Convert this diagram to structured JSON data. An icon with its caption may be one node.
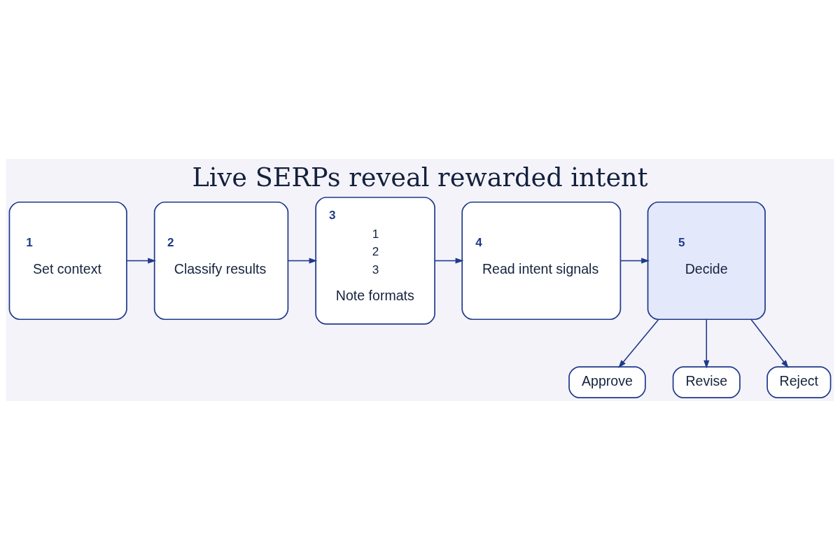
{
  "diagram": {
    "title": "Live SERPs reveal rewarded intent",
    "nodes": [
      {
        "text": [
          "1",
          "Set context"
        ]
      },
      {
        "text": [
          "2",
          "Classify results"
        ]
      },
      {
        "text": [
          "3",
          "1",
          "2",
          "3",
          "Note formats"
        ]
      },
      {
        "text": [
          "4",
          "Read intent signals"
        ]
      },
      {
        "text": [
          "5",
          "Decide"
        ]
      },
      {
        "text": [
          "Approve"
        ]
      },
      {
        "text": [
          "Revise"
        ]
      },
      {
        "text": [
          "Reject"
        ]
      }
    ],
    "edges": [
      {
        "from": 0,
        "to": 1,
        "arrow": "to"
      },
      {
        "from": 1,
        "to": 2,
        "arrow": "to"
      },
      {
        "from": 2,
        "to": 3,
        "arrow": "to"
      },
      {
        "from": 3,
        "to": 4,
        "arrow": "to"
      },
      {
        "from": 4,
        "to": 5,
        "arrow": "to"
      },
      {
        "from": 4,
        "to": 6,
        "arrow": "to"
      },
      {
        "from": 4,
        "to": 7,
        "arrow": "to"
      }
    ]
  }
}
